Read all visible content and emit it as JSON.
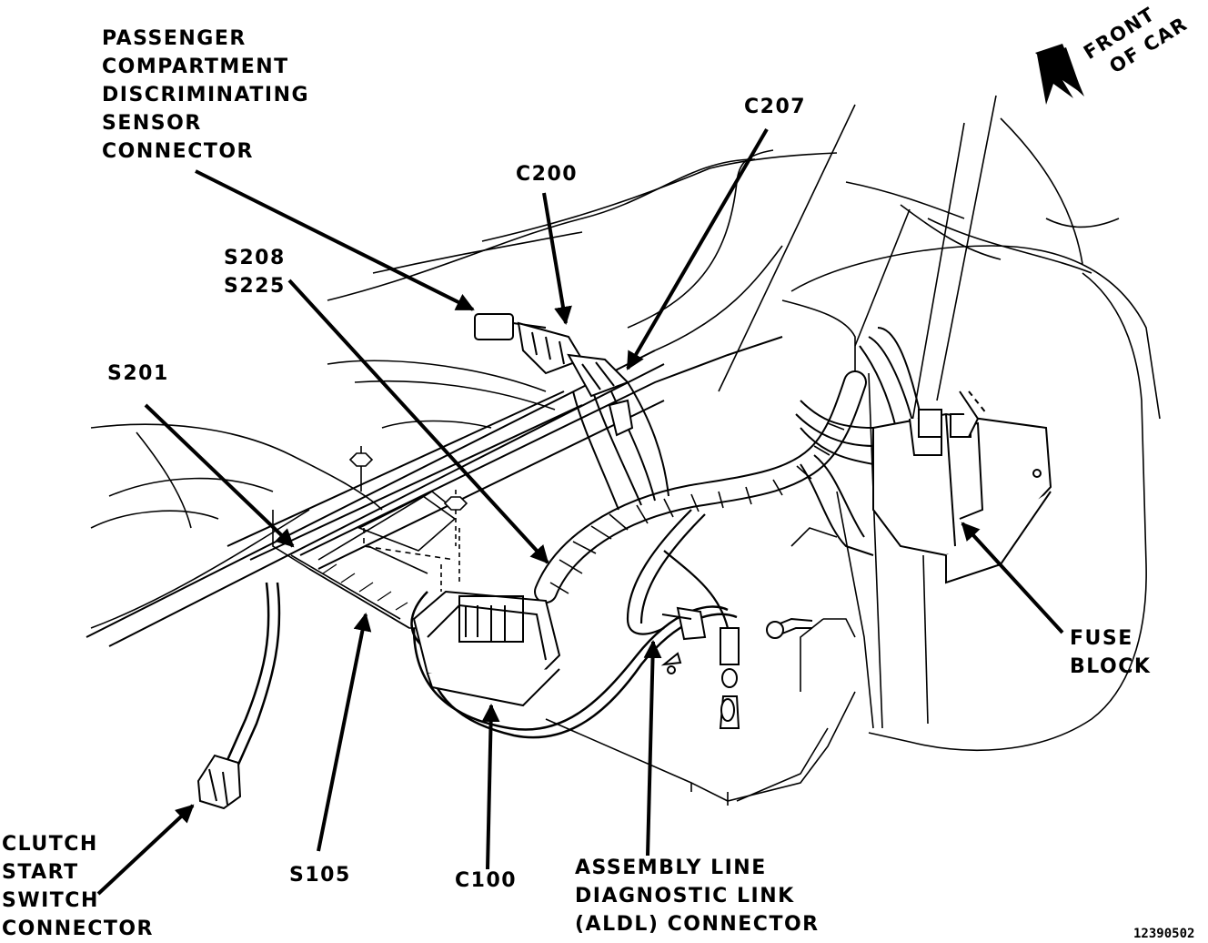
{
  "labels": {
    "pcds": [
      "PASSENGER",
      "COMPARTMENT",
      "DISCRIMINATING",
      "SENSOR",
      "CONNECTOR"
    ],
    "c207": "C207",
    "c200": "C200",
    "s208_s225": [
      "S208",
      "S225"
    ],
    "s201": "S201",
    "fuse_block": [
      "FUSE",
      "BLOCK"
    ],
    "clutch": [
      "CLUTCH",
      "START",
      "SWITCH",
      "CONNECTOR"
    ],
    "s105": "S105",
    "c100": "C100",
    "aldl": [
      "ASSEMBLY LINE",
      "DIAGNOSTIC LINK",
      "(ALDL) CONNECTOR"
    ],
    "front_of_car": [
      "FRONT",
      "OF CAR"
    ]
  },
  "figure_id": "12390502",
  "colors": {
    "ink": "#000000",
    "paper": "#ffffff"
  }
}
